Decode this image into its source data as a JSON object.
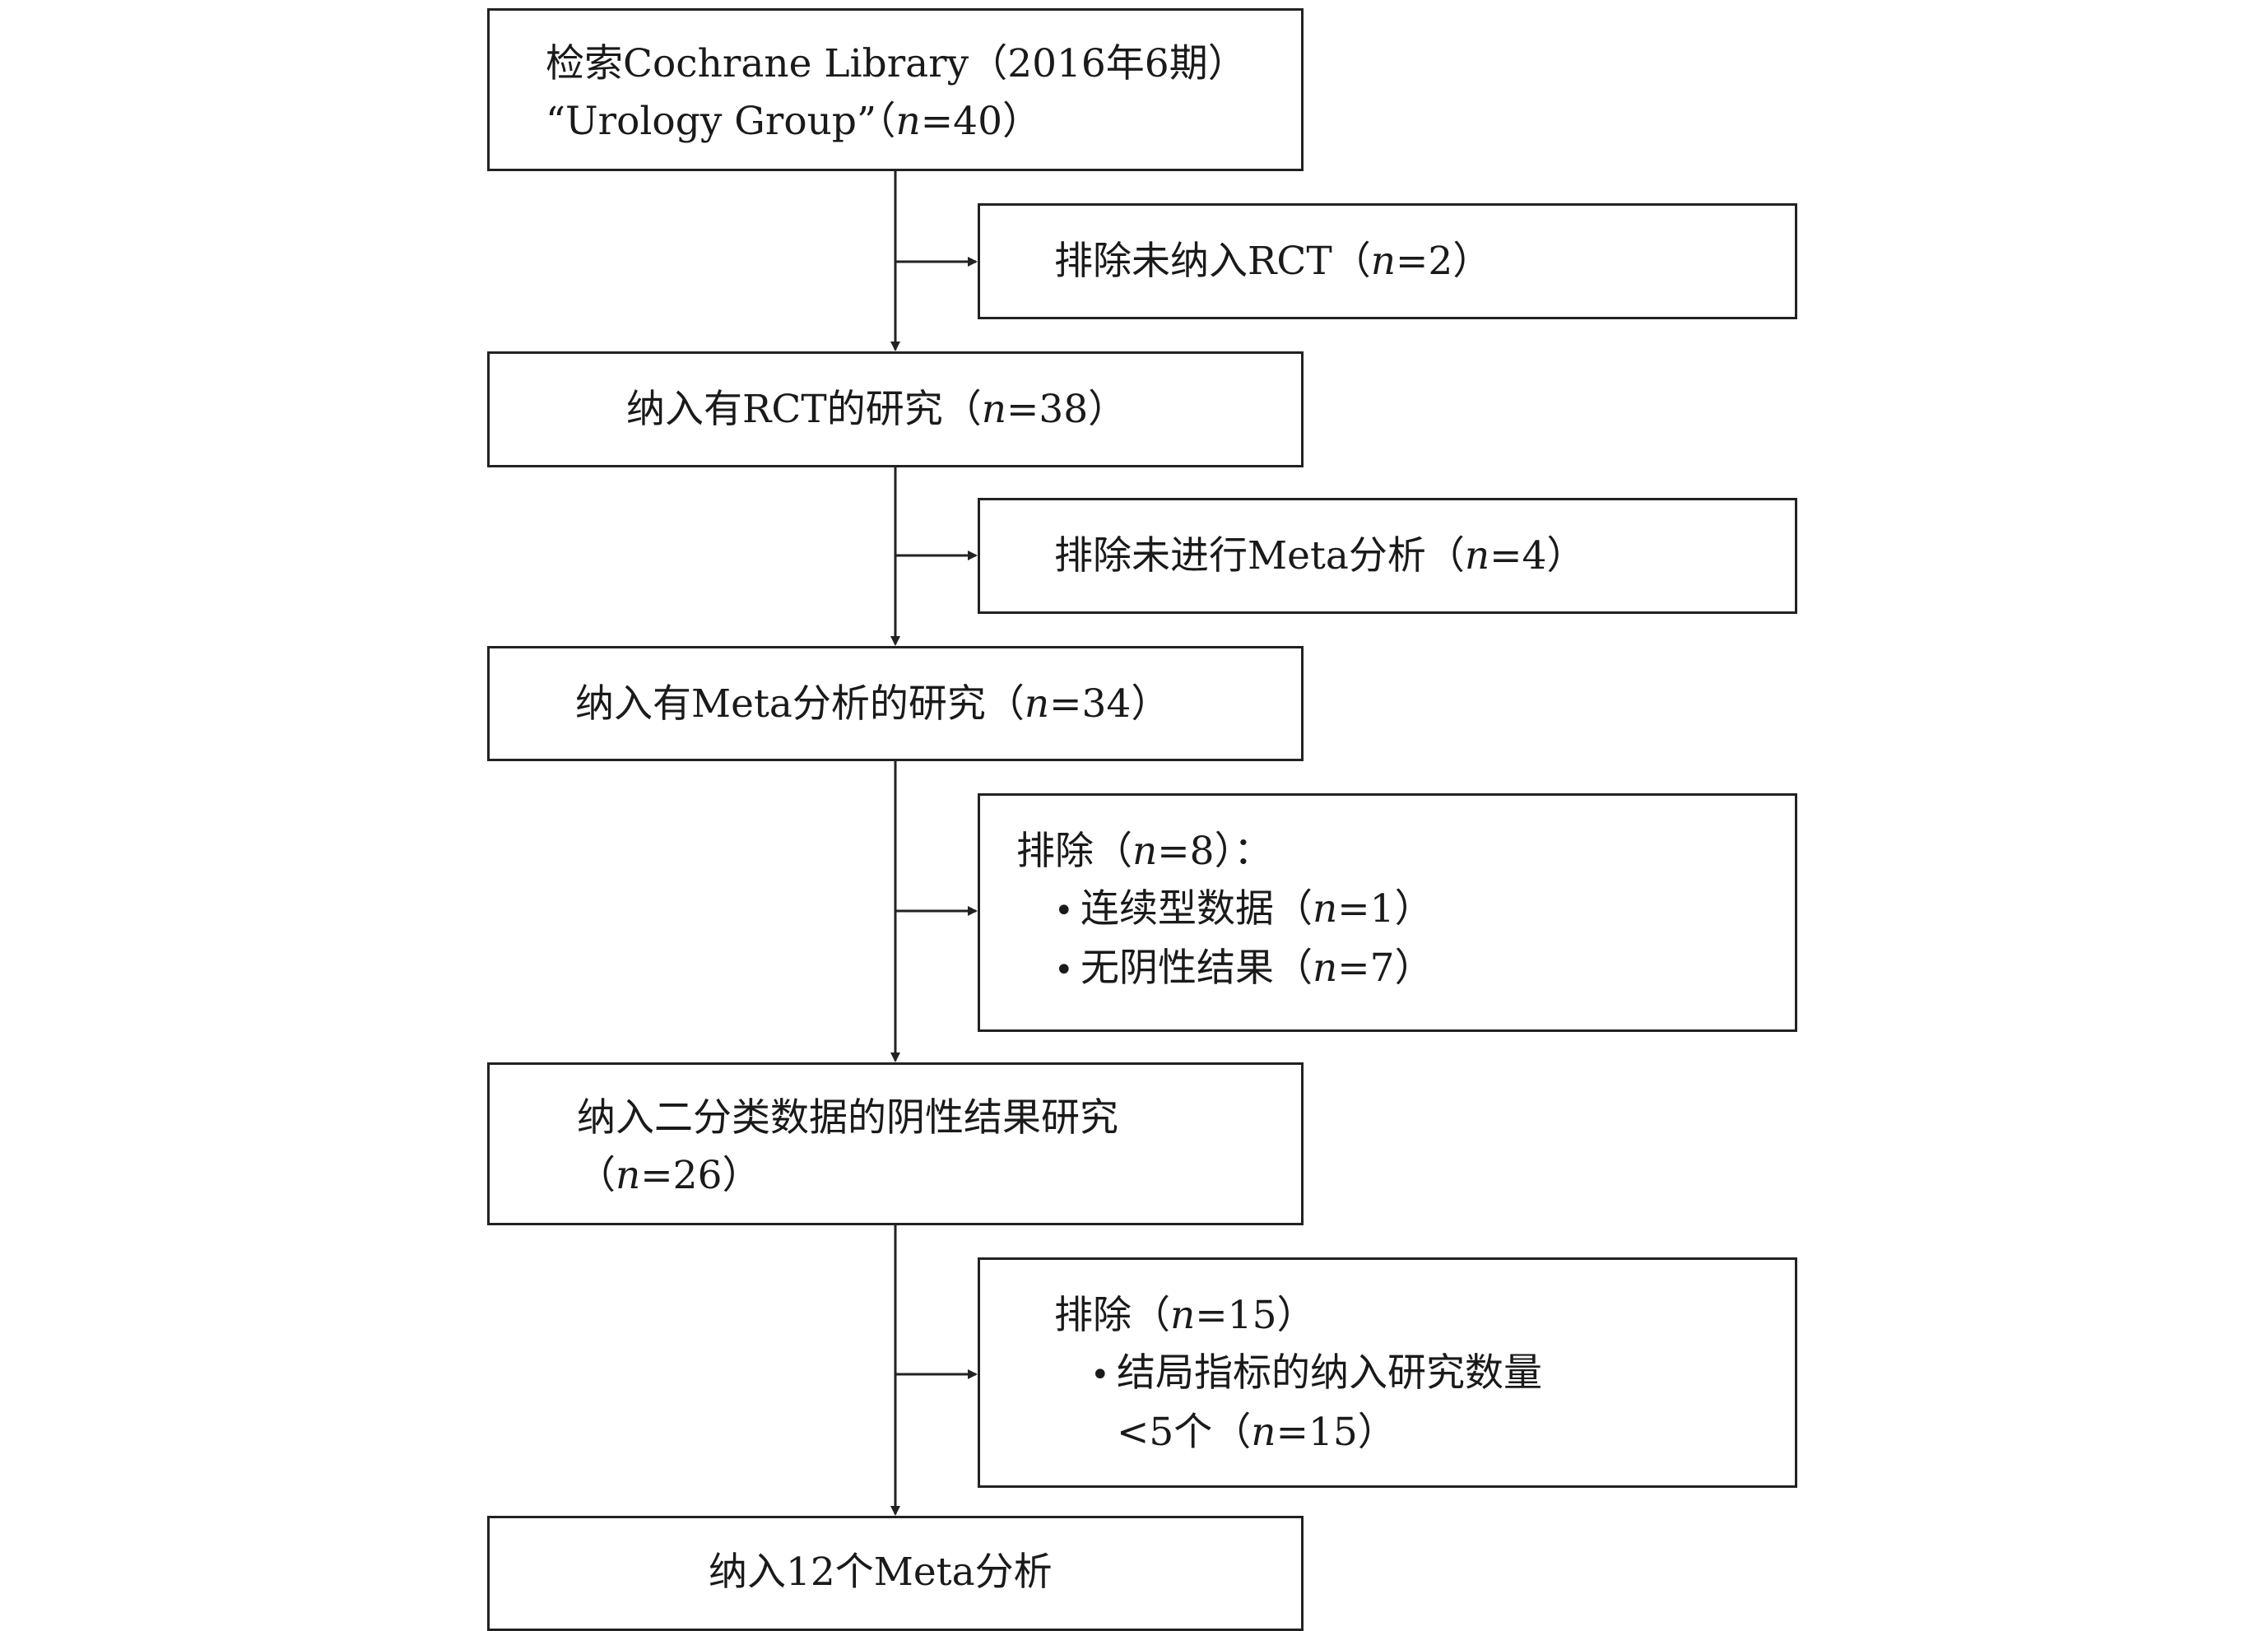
{
  "flowchart": {
    "main_boxes": [
      {
        "id": "search",
        "lines": [
          [
            {
              "t": "检索Cochrane Library（2016年6期）"
            }
          ],
          [
            {
              "t": "“Urology Group”（"
            },
            {
              "t": "n",
              "italic": true
            },
            {
              "t": "=40）"
            }
          ]
        ]
      },
      {
        "id": "included-rct",
        "lines": [
          [
            {
              "t": "纳入有RCT的研究（"
            },
            {
              "t": "n",
              "italic": true
            },
            {
              "t": "=38）"
            }
          ]
        ]
      },
      {
        "id": "included-meta",
        "lines": [
          [
            {
              "t": "纳入有Meta分析的研究（"
            },
            {
              "t": "n",
              "italic": true
            },
            {
              "t": "=34）"
            }
          ]
        ]
      },
      {
        "id": "included-binary-negative",
        "lines": [
          [
            {
              "t": "纳入二分类数据的阴性结果研究"
            }
          ],
          [
            {
              "t": "（"
            },
            {
              "t": "n",
              "italic": true
            },
            {
              "t": "=26）"
            }
          ]
        ]
      },
      {
        "id": "final-included",
        "lines": [
          [
            {
              "t": "纳入12个Meta分析"
            }
          ]
        ]
      }
    ],
    "exclusion_boxes": [
      {
        "id": "exclude-no-rct",
        "lines": [
          [
            {
              "t": "排除未纳入RCT（"
            },
            {
              "t": "n",
              "italic": true
            },
            {
              "t": "=2）"
            }
          ]
        ]
      },
      {
        "id": "exclude-no-meta",
        "lines": [
          [
            {
              "t": "排除未进行Meta分析（"
            },
            {
              "t": "n",
              "italic": true
            },
            {
              "t": "=4）"
            }
          ]
        ]
      },
      {
        "id": "exclude-8",
        "lines": [
          [
            {
              "t": "排除（"
            },
            {
              "t": "n",
              "italic": true
            },
            {
              "t": "=8）："
            }
          ],
          [
            {
              "t": "•",
              "bullet": true
            },
            {
              "t": "连续型数据（"
            },
            {
              "t": "n",
              "italic": true
            },
            {
              "t": "=1）"
            }
          ],
          [
            {
              "t": "•",
              "bullet": true
            },
            {
              "t": "无阴性结果（"
            },
            {
              "t": "n",
              "italic": true
            },
            {
              "t": "=7）"
            }
          ]
        ]
      },
      {
        "id": "exclude-15",
        "lines": [
          [
            {
              "t": "排除（"
            },
            {
              "t": "n",
              "italic": true
            },
            {
              "t": "=15）"
            }
          ],
          [
            {
              "t": "•",
              "bullet": true
            },
            {
              "t": "结局指标的纳入研究数量"
            }
          ],
          [
            {
              "t": "<5个（"
            },
            {
              "t": "n",
              "italic": true
            },
            {
              "t": "=15）"
            }
          ]
        ]
      }
    ],
    "style": {
      "stroke_color": "#222222",
      "text_color": "#1a1a1a"
    }
  }
}
